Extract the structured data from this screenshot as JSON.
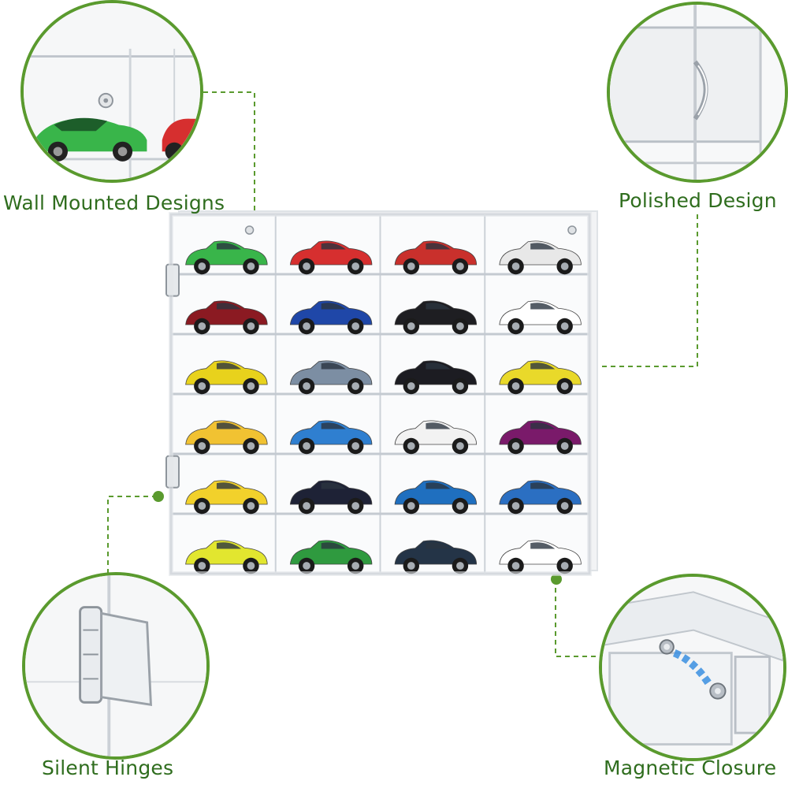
{
  "callouts": [
    {
      "id": "wall",
      "label": "Wall Mounted Designs"
    },
    {
      "id": "polished",
      "label": "Polished Design"
    },
    {
      "id": "hinges",
      "label": "Silent Hinges"
    },
    {
      "id": "magnetic",
      "label": "Magnetic Closure"
    }
  ],
  "colors": {
    "accent": "#5a9a2e",
    "label_text": "#2f6d1e",
    "acrylic_edge": "#c9cfd6"
  },
  "display_case": {
    "columns": 4,
    "rows": 6,
    "car_colors": [
      [
        "#39b54a",
        "#d62f2f",
        "#c9302c",
        "#e8e8e8"
      ],
      [
        "#8b1a22",
        "#1f47a8",
        "#1e1e22",
        "#ffffff"
      ],
      [
        "#e8d21c",
        "#7c8ea3",
        "#1c1c22",
        "#e9d92a"
      ],
      [
        "#f1c232",
        "#2f7fd0",
        "#f2f2f2",
        "#7a1a6a"
      ],
      [
        "#f2d12b",
        "#1e2236",
        "#1f6fbf",
        "#2b6fc2"
      ],
      [
        "#e2e62f",
        "#2f9a3f",
        "#243447",
        "#ffffff"
      ]
    ]
  }
}
